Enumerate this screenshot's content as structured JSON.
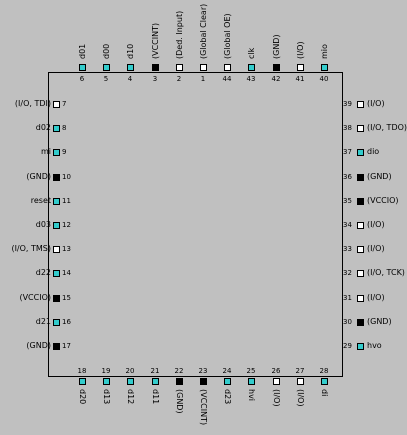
{
  "colors": {
    "io": "#ffffff",
    "signal": "#33cccc",
    "power": "#000000",
    "background": "#c0c0c0"
  },
  "pins": {
    "top": [
      {
        "num": "6",
        "label": "d01",
        "kind": "signal"
      },
      {
        "num": "5",
        "label": "d00",
        "kind": "signal"
      },
      {
        "num": "4",
        "label": "d10",
        "kind": "signal"
      },
      {
        "num": "3",
        "label": "(VCCINT)",
        "kind": "power"
      },
      {
        "num": "2",
        "label": "(Ded. Input)",
        "kind": "io"
      },
      {
        "num": "1",
        "label": "(Global Clear)",
        "kind": "io"
      },
      {
        "num": "44",
        "label": "(Global OE)",
        "kind": "io"
      },
      {
        "num": "43",
        "label": "clk",
        "kind": "signal"
      },
      {
        "num": "42",
        "label": "(GND)",
        "kind": "power"
      },
      {
        "num": "41",
        "label": "(I/O)",
        "kind": "io"
      },
      {
        "num": "40",
        "label": "mio",
        "kind": "signal"
      }
    ],
    "left": [
      {
        "num": "7",
        "label": "(I/O, TDI)",
        "kind": "io"
      },
      {
        "num": "8",
        "label": "d02",
        "kind": "signal"
      },
      {
        "num": "9",
        "label": "mi",
        "kind": "signal"
      },
      {
        "num": "10",
        "label": "(GND)",
        "kind": "power"
      },
      {
        "num": "11",
        "label": "reset",
        "kind": "signal"
      },
      {
        "num": "12",
        "label": "d03",
        "kind": "signal"
      },
      {
        "num": "13",
        "label": "(I/O, TMS)",
        "kind": "io"
      },
      {
        "num": "14",
        "label": "d22",
        "kind": "signal"
      },
      {
        "num": "15",
        "label": "(VCCIO)",
        "kind": "power"
      },
      {
        "num": "16",
        "label": "d21",
        "kind": "signal"
      },
      {
        "num": "17",
        "label": "(GND)",
        "kind": "power"
      }
    ],
    "right": [
      {
        "num": "39",
        "label": "(I/O)",
        "kind": "io"
      },
      {
        "num": "38",
        "label": "(I/O, TDO)",
        "kind": "io"
      },
      {
        "num": "37",
        "label": "dio",
        "kind": "signal"
      },
      {
        "num": "36",
        "label": "(GND)",
        "kind": "power"
      },
      {
        "num": "35",
        "label": "(VCCIO)",
        "kind": "power"
      },
      {
        "num": "34",
        "label": "(I/O)",
        "kind": "io"
      },
      {
        "num": "33",
        "label": "(I/O)",
        "kind": "io"
      },
      {
        "num": "32",
        "label": "(I/O, TCK)",
        "kind": "io"
      },
      {
        "num": "31",
        "label": "(I/O)",
        "kind": "io"
      },
      {
        "num": "30",
        "label": "(GND)",
        "kind": "power"
      },
      {
        "num": "29",
        "label": "hvo",
        "kind": "signal"
      }
    ],
    "bottom": [
      {
        "num": "18",
        "label": "d20",
        "kind": "signal"
      },
      {
        "num": "19",
        "label": "d13",
        "kind": "signal"
      },
      {
        "num": "20",
        "label": "d12",
        "kind": "signal"
      },
      {
        "num": "21",
        "label": "d11",
        "kind": "signal"
      },
      {
        "num": "22",
        "label": "(GND)",
        "kind": "power"
      },
      {
        "num": "23",
        "label": "(VCCINT)",
        "kind": "power"
      },
      {
        "num": "24",
        "label": "d23",
        "kind": "signal"
      },
      {
        "num": "25",
        "label": "hvi",
        "kind": "signal"
      },
      {
        "num": "26",
        "label": "(I/O)",
        "kind": "io"
      },
      {
        "num": "27",
        "label": "(I/O)",
        "kind": "io"
      },
      {
        "num": "28",
        "label": "di",
        "kind": "signal"
      }
    ]
  }
}
